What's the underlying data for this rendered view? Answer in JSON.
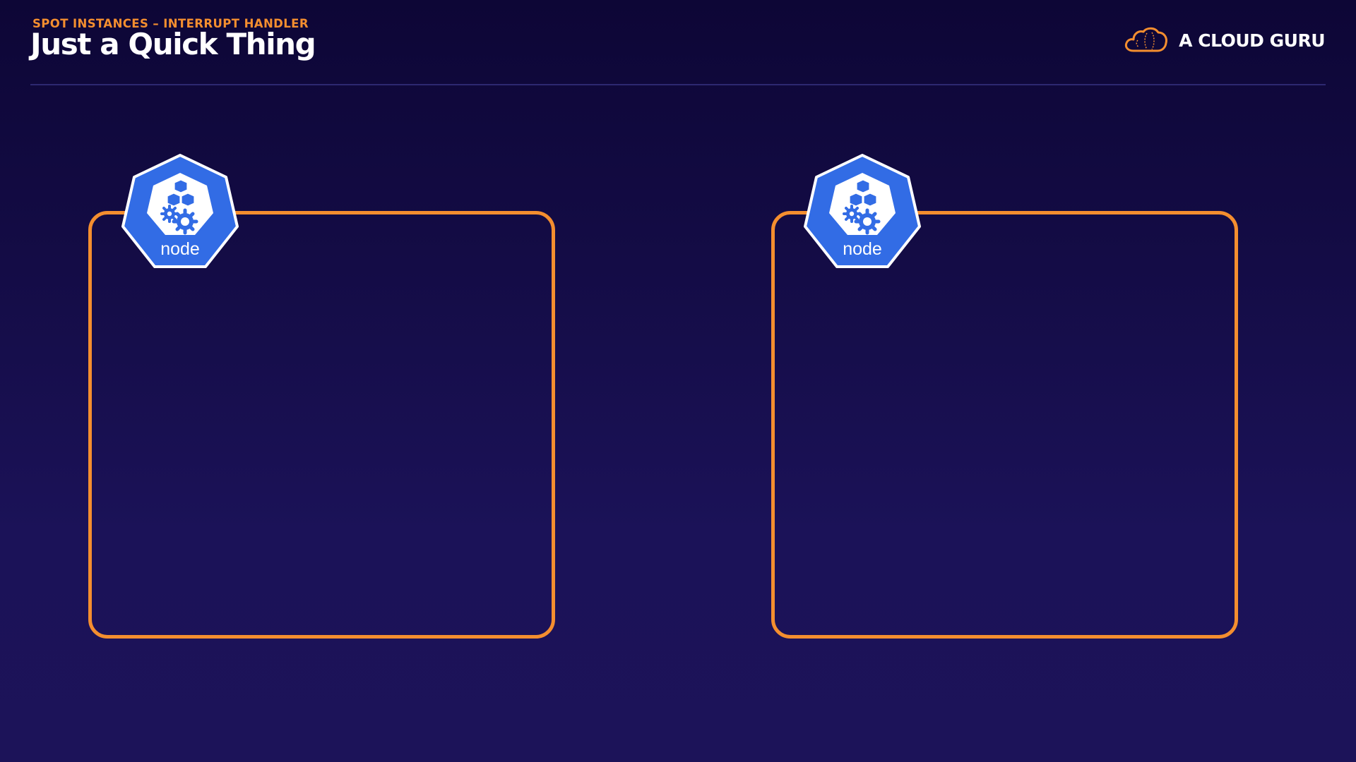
{
  "header": {
    "subtitle": "SPOT INSTANCES – INTERRUPT HANDLER",
    "title": "Just a Quick Thing"
  },
  "brand": {
    "name": "A CLOUD GURU",
    "logo_icon": "cloud-logo-icon"
  },
  "colors": {
    "accent": "#f48e2f",
    "badge_blue": "#326ce5",
    "background_top": "#0d0636",
    "background_bottom": "#1c1359"
  },
  "diagram": {
    "nodes": [
      {
        "label": "node",
        "icon": "kubernetes-node-icon"
      },
      {
        "label": "node",
        "icon": "kubernetes-node-icon"
      }
    ]
  }
}
